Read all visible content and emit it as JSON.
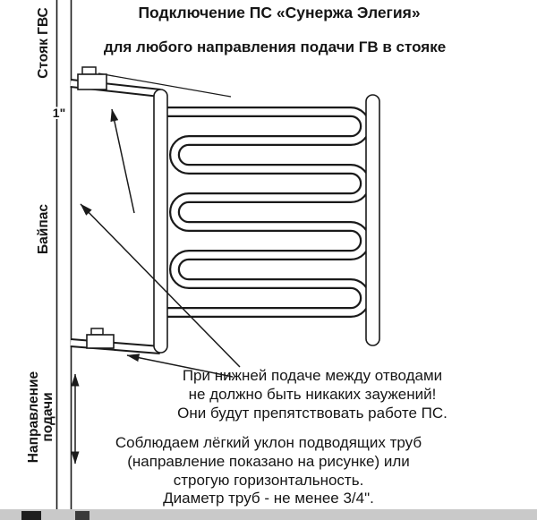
{
  "title": {
    "line1": "Подключение ПС «Сунержа Элегия»",
    "line2": "для любого направления подачи ГВ в стояке"
  },
  "riser_labels": {
    "top": "Стояк ГВС",
    "bypass": "Байпас",
    "direction_line1": "Направление",
    "direction_line2": "подачи",
    "pipe_size": "1\""
  },
  "note_bottom_feed": {
    "line1": "При нижней подаче между отводами",
    "line2": "не должно быть никаких заужений!",
    "line3": "Они будут препятствовать работе ПС."
  },
  "note_slope": {
    "line1": "Соблюдаем лёгкий уклон подводящих труб",
    "line2": "(направление показано на рисунке) или",
    "line3": "строгую горизонтальность.",
    "line4": "Диаметр труб - не менее 3/4\"."
  },
  "colors": {
    "line": "#1a1a1a",
    "background": "#ffffff",
    "footer_strip": "#c9c9c9"
  }
}
